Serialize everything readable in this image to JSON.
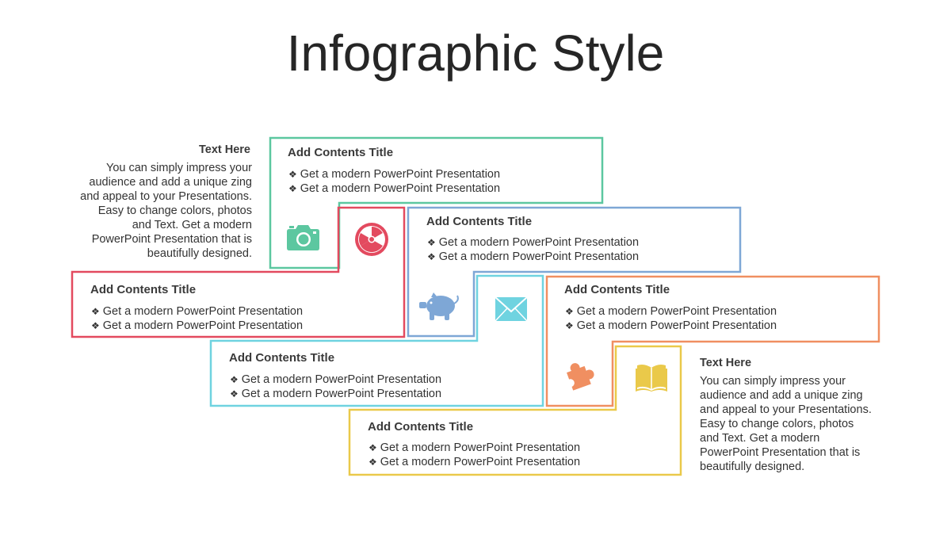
{
  "title": "Infographic Style",
  "colors": {
    "green": "#5cc7a0",
    "red": "#e34a5f",
    "blue": "#7ea7d6",
    "cyan": "#6fd3e0",
    "orange": "#f08f61",
    "yellow": "#eac94a"
  },
  "boxes": [
    {
      "id": "green",
      "title": "Add Contents Title",
      "bullets": [
        "Get a modern PowerPoint  Presentation",
        "Get a modern PowerPoint  Presentation"
      ],
      "icon": "camera-icon"
    },
    {
      "id": "blue",
      "title": "Add Contents Title",
      "bullets": [
        "Get a modern PowerPoint  Presentation",
        "Get a modern PowerPoint  Presentation"
      ],
      "icon": "piggy-bank-icon"
    },
    {
      "id": "red",
      "title": "Add Contents Title",
      "bullets": [
        "Get a modern PowerPoint  Presentation",
        "Get a modern PowerPoint  Presentation"
      ],
      "icon": "radiation-icon"
    },
    {
      "id": "orange",
      "title": "Add Contents Title",
      "bullets": [
        "Get a modern PowerPoint  Presentation",
        "Get a modern PowerPoint  Presentation"
      ],
      "icon": "puzzle-icon"
    },
    {
      "id": "cyan",
      "title": "Add Contents Title",
      "bullets": [
        "Get a modern PowerPoint  Presentation",
        "Get a modern PowerPoint  Presentation"
      ],
      "icon": "envelope-icon"
    },
    {
      "id": "yellow",
      "title": "Add Contents Title",
      "bullets": [
        "Get a modern PowerPoint  Presentation",
        "Get a modern PowerPoint  Presentation"
      ],
      "icon": "book-icon"
    }
  ],
  "side_left": {
    "title": "Text Here",
    "lines": [
      "You can simply impress your",
      "audience and add a unique zing",
      "and appeal to your Presentations.",
      "Easy to change colors, photos",
      "and Text.  Get a modern",
      "PowerPoint  Presentation that is",
      "beautifully designed."
    ]
  },
  "side_right": {
    "title": "Text Here",
    "lines": [
      "You can simply impress your",
      "audience and add a unique zing",
      "and appeal to your Presentations.",
      "Easy to change colors, photos",
      "and Text.  Get a modern",
      "PowerPoint  Presentation that is",
      "beautifully designed."
    ]
  },
  "bullet_glyph": "❖"
}
